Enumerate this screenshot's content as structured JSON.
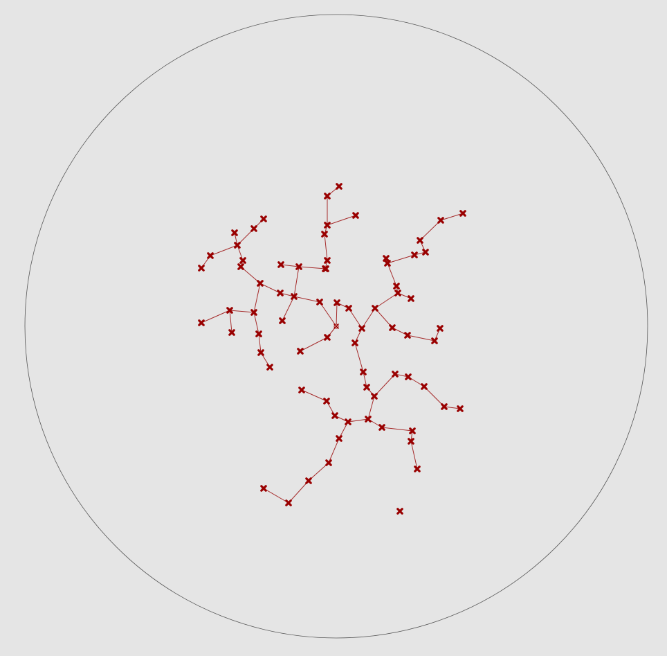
{
  "diagram": {
    "type": "tree-graph-in-circle",
    "colors": {
      "background": "#e5e5e5",
      "boundary": "#555555",
      "edge": "#a52a2a",
      "node": "#990000",
      "root_fill": "#ffffff"
    },
    "node_icon": "x-mark-icon",
    "root_node_icon": "hollow-x-mark-icon",
    "root": "n_root",
    "nodes": [
      {
        "id": "n_root"
      },
      {
        "id": "n1"
      },
      {
        "id": "n2"
      },
      {
        "id": "n3"
      },
      {
        "id": "n4"
      },
      {
        "id": "n5"
      },
      {
        "id": "n6"
      },
      {
        "id": "n7"
      },
      {
        "id": "n8"
      },
      {
        "id": "n9"
      },
      {
        "id": "n10"
      },
      {
        "id": "n11"
      },
      {
        "id": "n12"
      },
      {
        "id": "n13"
      },
      {
        "id": "n14"
      },
      {
        "id": "n15"
      },
      {
        "id": "n16"
      },
      {
        "id": "n17"
      },
      {
        "id": "n18"
      },
      {
        "id": "n19"
      },
      {
        "id": "n20"
      },
      {
        "id": "n21"
      },
      {
        "id": "n22"
      },
      {
        "id": "n23"
      },
      {
        "id": "n24"
      },
      {
        "id": "n25"
      },
      {
        "id": "n26"
      },
      {
        "id": "n27"
      },
      {
        "id": "n28"
      },
      {
        "id": "n29"
      },
      {
        "id": "n30"
      },
      {
        "id": "n31"
      },
      {
        "id": "n32"
      },
      {
        "id": "n33"
      },
      {
        "id": "n34"
      },
      {
        "id": "n35"
      },
      {
        "id": "n36"
      },
      {
        "id": "n37"
      },
      {
        "id": "n38"
      },
      {
        "id": "n39"
      },
      {
        "id": "n40"
      },
      {
        "id": "n41"
      },
      {
        "id": "n42"
      },
      {
        "id": "n43"
      },
      {
        "id": "n44"
      },
      {
        "id": "n45"
      },
      {
        "id": "n46"
      },
      {
        "id": "n47"
      },
      {
        "id": "n48"
      },
      {
        "id": "n49"
      },
      {
        "id": "n50"
      },
      {
        "id": "n51"
      },
      {
        "id": "n52"
      },
      {
        "id": "n53"
      },
      {
        "id": "n54"
      },
      {
        "id": "n55"
      },
      {
        "id": "n56"
      },
      {
        "id": "n57"
      },
      {
        "id": "n58"
      },
      {
        "id": "n59"
      },
      {
        "id": "n60"
      },
      {
        "id": "n61"
      },
      {
        "id": "n62"
      },
      {
        "id": "n63"
      },
      {
        "id": "n64"
      },
      {
        "id": "n65"
      },
      {
        "id": "n66"
      },
      {
        "id": "n67"
      },
      {
        "id": "n68"
      },
      {
        "id": "n69"
      },
      {
        "id": "n70"
      },
      {
        "id": "n71"
      },
      {
        "id": "n72"
      },
      {
        "id": "n73"
      },
      {
        "id": "n74"
      },
      {
        "id": "n75"
      }
    ],
    "edges": [
      [
        "n_root",
        "n1"
      ],
      [
        "n1",
        "n2"
      ],
      [
        "n2",
        "n3"
      ],
      [
        "n3",
        "n4"
      ],
      [
        "n4",
        "n5"
      ],
      [
        "n5",
        "n6"
      ],
      [
        "n6",
        "n7"
      ],
      [
        "n7",
        "n8"
      ],
      [
        "n7",
        "n9"
      ],
      [
        "n7",
        "n10"
      ],
      [
        "n10",
        "n11"
      ],
      [
        "n7",
        "n12"
      ],
      [
        "n12",
        "n13"
      ],
      [
        "n13",
        "n14"
      ],
      [
        "n4",
        "n15"
      ],
      [
        "n15",
        "n16"
      ],
      [
        "n15",
        "n17"
      ],
      [
        "n17",
        "n18"
      ],
      [
        "n17",
        "n19"
      ],
      [
        "n19",
        "n20"
      ],
      [
        "n19",
        "n21"
      ],
      [
        "n5",
        "n22"
      ],
      [
        "n22",
        "n23"
      ],
      [
        "n23",
        "n24"
      ],
      [
        "n23",
        "n25"
      ],
      [
        "n25",
        "n26"
      ],
      [
        "n25",
        "n27"
      ],
      [
        "n_root",
        "n28"
      ],
      [
        "n_root",
        "n29"
      ],
      [
        "n29",
        "n30"
      ],
      [
        "n29",
        "n31"
      ],
      [
        "n31",
        "n32"
      ],
      [
        "n32",
        "n33"
      ],
      [
        "n33",
        "n34"
      ],
      [
        "n34",
        "n35"
      ],
      [
        "n35",
        "n36"
      ],
      [
        "n36",
        "n37"
      ],
      [
        "n37",
        "n38"
      ],
      [
        "n34",
        "n39"
      ],
      [
        "n39",
        "n40"
      ],
      [
        "n40",
        "n41"
      ],
      [
        "n41",
        "n42"
      ],
      [
        "n41",
        "n43"
      ],
      [
        "n33",
        "n44"
      ],
      [
        "n44",
        "n45"
      ],
      [
        "n45",
        "n46"
      ],
      [
        "n46",
        "n47"
      ],
      [
        "n47",
        "n48"
      ],
      [
        "n48",
        "n49"
      ],
      [
        "n49",
        "n50"
      ],
      [
        "n49",
        "n51"
      ],
      [
        "n51",
        "n52"
      ],
      [
        "n52",
        "n53"
      ],
      [
        "n_root",
        "n54"
      ],
      [
        "n54",
        "n55"
      ],
      [
        "n55",
        "n56"
      ],
      [
        "n56",
        "n57"
      ],
      [
        "n57",
        "n58"
      ],
      [
        "n58",
        "n59"
      ],
      [
        "n59",
        "n60"
      ],
      [
        "n60",
        "n61"
      ],
      [
        "n61",
        "n62"
      ],
      [
        "n62",
        "n63"
      ],
      [
        "n61",
        "n64"
      ],
      [
        "n58",
        "n65"
      ],
      [
        "n65",
        "n66"
      ],
      [
        "n55",
        "n67"
      ],
      [
        "n67",
        "n68"
      ],
      [
        "n68",
        "n69"
      ],
      [
        "n69",
        "n70"
      ],
      [
        "n69",
        "n71"
      ],
      [
        "n68",
        "n72"
      ],
      [
        "n72",
        "n73"
      ],
      [
        "n73",
        "n74"
      ],
      [
        "n4",
        "n75"
      ]
    ],
    "isolated_nodes": [
      "n_iso"
    ]
  }
}
